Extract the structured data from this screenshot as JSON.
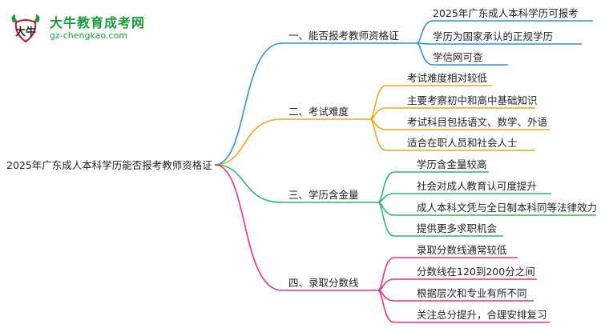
{
  "logo": {
    "title": "大牛教育成考网",
    "url": "gz-chengkao.com",
    "mark_text": "大牛"
  },
  "mindmap": {
    "root": "2025年广东成人本科学历能否报考教师资格证",
    "branches": [
      {
        "label": "一、能否报考教师资格证",
        "color": "#2f8fe0",
        "items": [
          "2025年广东成人本科学历可报考",
          "学历为国家承认的正规学历",
          "学信网可查"
        ]
      },
      {
        "label": "二、考试难度",
        "color": "#f1a51a",
        "items": [
          "考试难度相对较低",
          "主要考察初中和高中基础知识",
          "考试科目包括语文、数学、外语",
          "适合在职人员和社会人士"
        ]
      },
      {
        "label": "三、学历含金量",
        "color": "#2fb86a",
        "items": [
          "学历含金量较高",
          "社会对成人教育认可度提升",
          "成人本科文凭与全日制本科同等法律效力",
          "提供更多求职机会"
        ]
      },
      {
        "label": "四、录取分数线",
        "color": "#e8336f",
        "items": [
          "录取分数线通常较低",
          "分数线在120到200分之间",
          "根据层次和专业有所不同",
          "关注总分提升，合理安排复习"
        ]
      }
    ]
  }
}
